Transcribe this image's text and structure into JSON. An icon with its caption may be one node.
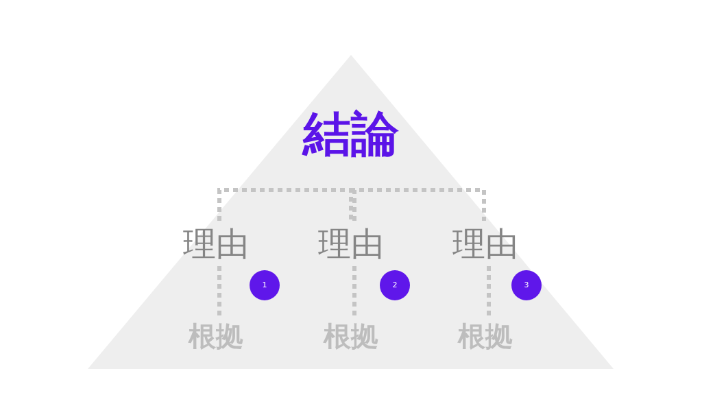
{
  "diagram": {
    "nodes": [
      {
        "text": [
          "結論"
        ]
      },
      {
        "text": [
          "理由"
        ]
      },
      {
        "text": [
          "理由"
        ]
      },
      {
        "text": [
          "理由"
        ]
      },
      {
        "text": [
          "根拠"
        ]
      },
      {
        "text": [
          "根拠"
        ]
      },
      {
        "text": [
          "根拠"
        ]
      },
      {
        "text": [
          "1"
        ]
      },
      {
        "text": [
          "2"
        ]
      },
      {
        "text": [
          "3"
        ]
      }
    ],
    "edges": [
      {
        "from": 1,
        "to": 2,
        "arrow": "none",
        "style": "dashed"
      },
      {
        "from": 2,
        "to": 3,
        "arrow": "none",
        "style": "dashed"
      },
      {
        "from": 1,
        "to": 4,
        "arrow": "none",
        "style": "dashed"
      },
      {
        "from": 2,
        "to": 5,
        "arrow": "none",
        "style": "dashed"
      },
      {
        "from": 3,
        "to": 6,
        "arrow": "none",
        "style": "dashed"
      }
    ]
  }
}
